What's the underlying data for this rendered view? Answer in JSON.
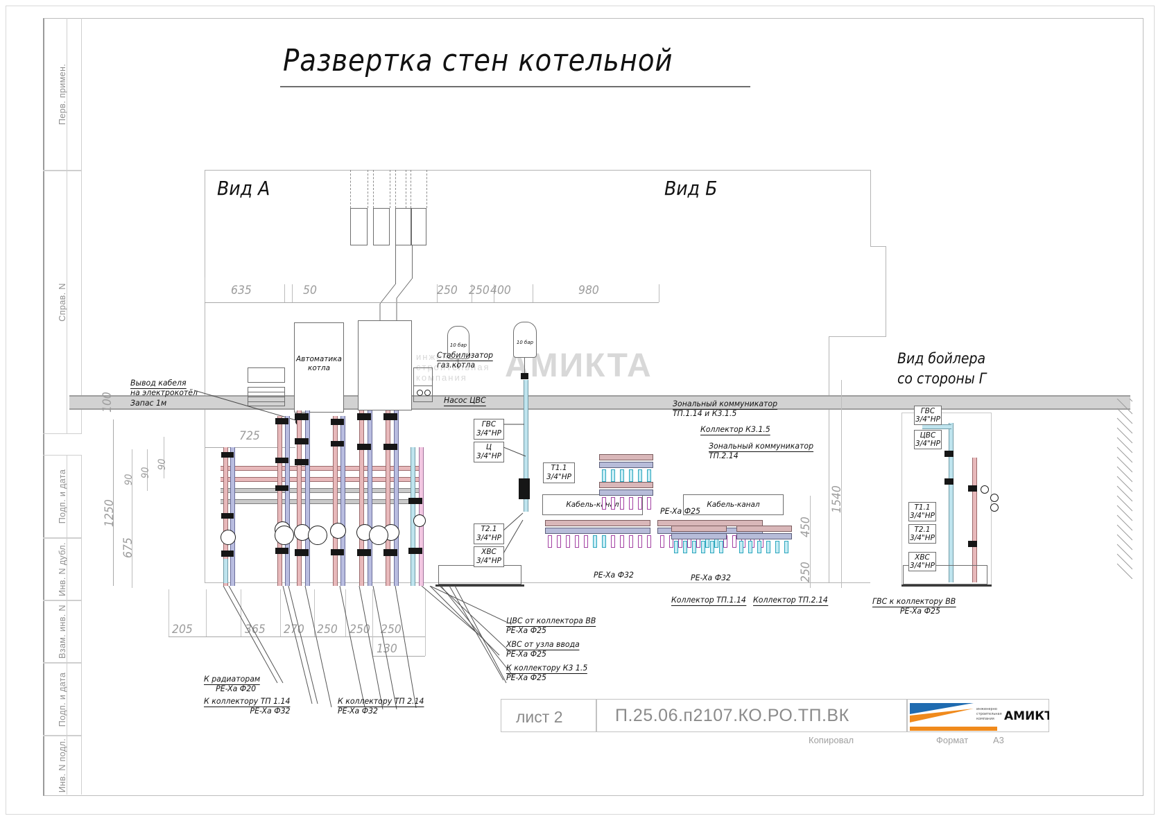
{
  "document": {
    "title": "Развертка стен котельной",
    "sheet_label": "лист 2",
    "drawing_code": "П.25.06.п2107.КО.РО.ТП.ВК",
    "footer_copied": "Копировал",
    "footer_format_label": "Формат",
    "footer_format_value": "А3",
    "watermark": "АМИКТА",
    "watermark_sub_1": "инженерно",
    "watermark_sub_2": "строительная",
    "watermark_sub_3": "компания"
  },
  "margin_labels": [
    "Перв. примен.",
    "Справ. N",
    "Подп. и дата",
    "Инв. N дубл.",
    "Взам. инв. N",
    "Подп. и дата",
    "Инв. N подл."
  ],
  "views": {
    "view_a": "Вид А",
    "view_b": "Вид Б",
    "boiler_view_line1": "Вид бойлера",
    "boiler_view_line2": "со стороны Г"
  },
  "dimensions": {
    "top": [
      "635",
      "50",
      "250",
      "250",
      "400",
      "980"
    ],
    "bottom": [
      "205",
      "365",
      "270",
      "250",
      "250",
      "250"
    ],
    "bottom_extra": "130",
    "left_vertical": [
      "100",
      "1250",
      "675"
    ],
    "left_small": [
      "90",
      "90",
      "90"
    ],
    "mid": "725",
    "right_vertical": [
      "1540",
      "450",
      "250"
    ]
  },
  "annotations": {
    "cable_outlet": {
      "line1": "Вывод кабеля",
      "line2": "на электрокотёл",
      "line3": "Запас 1м"
    },
    "boiler_automation": {
      "line1": "Автоматика",
      "line2": "котла"
    },
    "gas_stabilizer": {
      "line1": "Стабилизатор",
      "line2": "газ.котла"
    },
    "dhw_pump": "Насос ЦВС",
    "zonal_1": {
      "line1": "Зональный коммуникатор",
      "line2": "ТП.1.14 и К3.1.5"
    },
    "collector_k315": "Коллектор К3.1.5",
    "zonal_2": {
      "line1": "Зональный коммуникатор",
      "line2": "ТП.2.14"
    },
    "cable_duct_1": "Кабель-канал",
    "cable_duct_2": "Кабель-канал",
    "pex25_right": "PE-Xa Ф25",
    "pex32_a": "PE-Xa Ф32",
    "pex32_b": "PE-Xa Ф32",
    "collector_tp114": "Коллектор ТП.1.14",
    "collector_tp214": "Коллектор ТП.2.14",
    "dhw_to_bb": {
      "label": "ГВС к коллектору ВВ",
      "spec": "PE-Xa Ф25"
    },
    "bottom_notes": [
      {
        "label": "К радиаторам",
        "spec": "PE-Xa Ф20"
      },
      {
        "label": "К коллектору ТП 1.14",
        "spec": "PE-Xa Ф32"
      },
      {
        "label": "К коллектору ТП 2.14",
        "spec": "PE-Xa Ф32"
      },
      {
        "label": "ЦВС от коллектора ВВ",
        "spec": "PE-Xa Ф25"
      },
      {
        "label": "ХВС от узла ввода",
        "spec": "PE-Xa Ф25"
      },
      {
        "label": "К коллектору К3 1.5",
        "spec": "PE-Xa Ф25"
      }
    ]
  },
  "pipe_tags": {
    "gvs": {
      "name": "ГВС",
      "size": "3/4\"НР"
    },
    "cvs": {
      "name": "Ц",
      "size": "3/4\"НР"
    },
    "t21": {
      "name": "Т2.1",
      "size": "3/4\"НР"
    },
    "hvs": {
      "name": "ХВС",
      "size": "3/4\"НР"
    },
    "t11": {
      "name": "Т1.1",
      "size": "3/4\"НР"
    }
  },
  "boiler_tags": {
    "gvs": {
      "name": "ГВС",
      "size": "3/4\"НР"
    },
    "cvs": {
      "name": "ЦВС",
      "size": "3/4\"НР"
    },
    "t11": {
      "name": "Т1.1",
      "size": "3/4\"НР"
    },
    "t21": {
      "name": "Т2.1",
      "size": "3/4\"НР"
    },
    "hvs": {
      "name": "ХВС",
      "size": "3/4\"НР"
    }
  },
  "vessel_tags": {
    "left": "10 бар",
    "right": "10 бар"
  },
  "colors": {
    "hot_pipe": "#e8b9bb",
    "cold_pipe": "#b9bde0",
    "dhw_pipe": "#bfe4ee",
    "recirc_pipe": "#f2c7e2",
    "line": "#6d6d6d",
    "dim_text": "#9c9c9c",
    "logo_blue": "#1f6bb0",
    "logo_orange": "#f08a1c"
  }
}
